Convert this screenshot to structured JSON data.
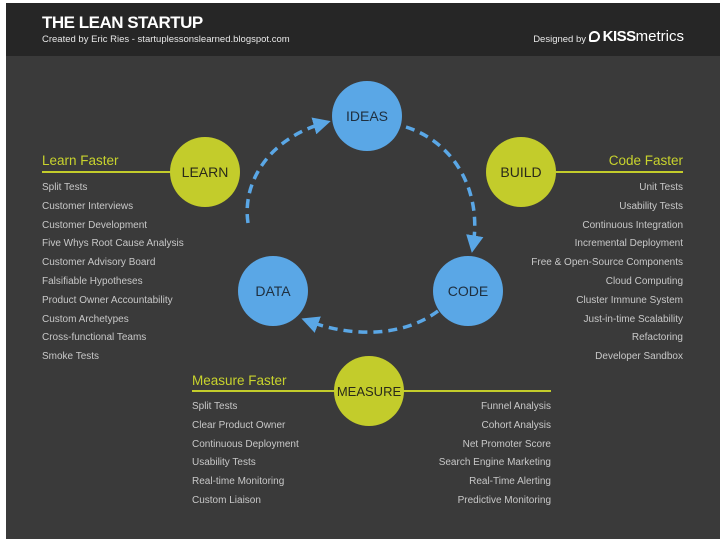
{
  "header": {
    "title": "THE LEAN STARTUP",
    "credit": "Created by Eric Ries - startuplessonslearned.blogspot.com",
    "designed_by": "Designed by",
    "logo_bold": "KISS",
    "logo_light": "metrics"
  },
  "cycle": {
    "ideas": "IDEAS",
    "build": "BUILD",
    "code": "CODE",
    "measure": "MEASURE",
    "data": "DATA",
    "learn": "LEARN"
  },
  "colors": {
    "blue": "#5aa7e6",
    "lime": "#c3cc2b",
    "arrow": "#5aa7e6",
    "background": "#3a3a3a",
    "header": "#262626"
  },
  "learn": {
    "title": "Learn Faster",
    "items": [
      "Split Tests",
      "Customer Interviews",
      "Customer Development",
      "Five Whys Root Cause Analysis",
      "Customer Advisory Board",
      "Falsifiable Hypotheses",
      "Product Owner Accountability",
      "Custom Archetypes",
      "Cross-functional Teams",
      "Smoke Tests"
    ]
  },
  "code": {
    "title": "Code Faster",
    "items": [
      "Unit Tests",
      "Usability Tests",
      "Continuous Integration",
      "Incremental Deployment",
      "Free & Open-Source Components",
      "Cloud Computing",
      "Cluster Immune System",
      "Just-in-time Scalability",
      "Refactoring",
      "Developer Sandbox"
    ]
  },
  "measure": {
    "title": "Measure Faster",
    "left_items": [
      "Split Tests",
      "Clear Product Owner",
      "Continuous Deployment",
      "Usability Tests",
      "Real-time Monitoring",
      "Custom Liaison"
    ],
    "right_items": [
      "Funnel Analysis",
      "Cohort Analysis",
      "Net Promoter Score",
      "Search Engine Marketing",
      "Real-Time Alerting",
      "Predictive Monitoring"
    ]
  }
}
